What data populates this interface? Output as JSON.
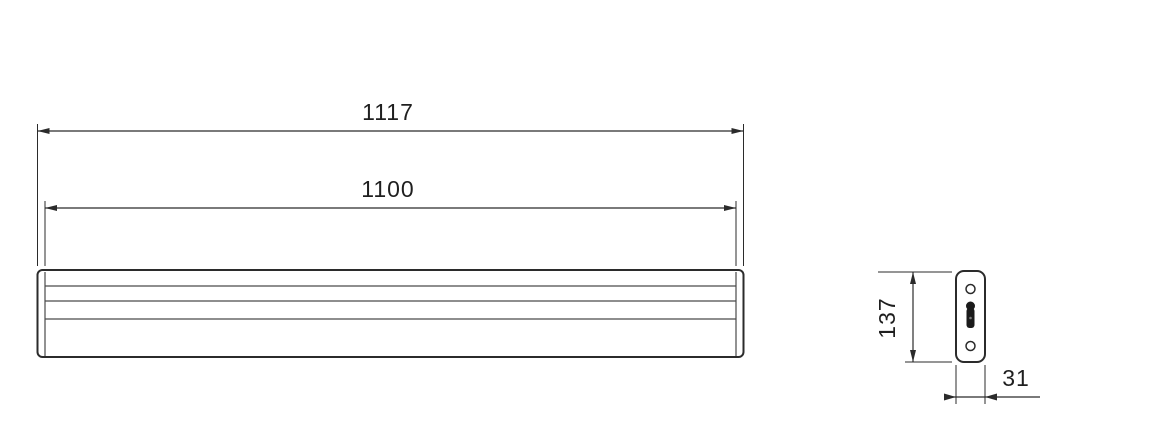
{
  "drawing": {
    "dims": {
      "overall_length": "1117",
      "body_length": "1100",
      "profile_height": "137",
      "profile_depth": "31"
    },
    "colors": {
      "line": "#2b2b2b",
      "thin_line": "#4a4a4a",
      "background": "#ffffff",
      "text": "#1f1f1f"
    }
  }
}
